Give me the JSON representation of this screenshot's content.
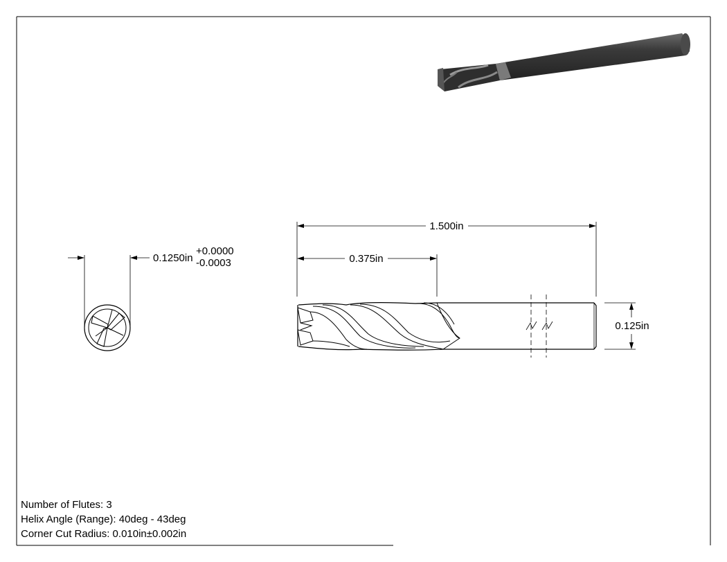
{
  "dimensions": {
    "overall_length": "1.500in",
    "flute_length": "0.375in",
    "shank_diameter": "0.125in",
    "cutter_diameter": "0.1250in",
    "tol_plus": "+0.0000",
    "tol_minus": "-0.0003"
  },
  "specs": {
    "flutes": "Number of Flutes: 3",
    "helix": "Helix Angle (Range): 40deg - 43deg",
    "corner": "Corner Cut Radius: 0.010in±0.002in"
  },
  "colors": {
    "line": "#000000",
    "tool_body": "#3a3a3a",
    "tool_highlight": "#8a8a8a"
  }
}
